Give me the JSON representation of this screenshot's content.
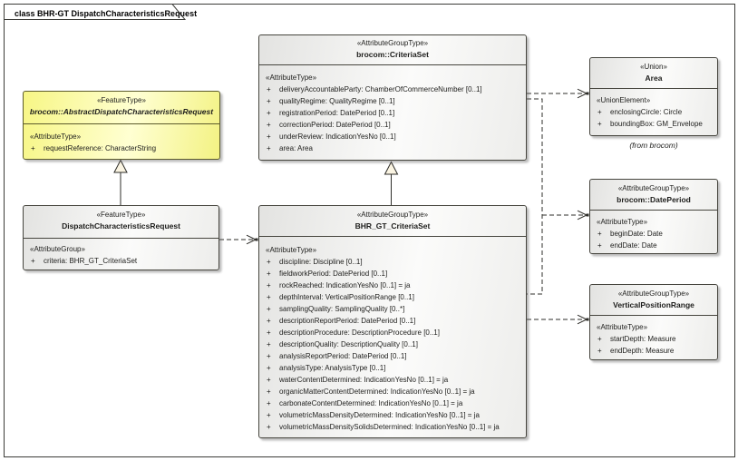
{
  "ui": {
    "frame_title": "class BHR-GT DispatchCharacteristicsRequest",
    "plus": "+"
  },
  "colors": {
    "class_fill_gray": "#ececea",
    "class_fill_yellow": "#fbfa9a",
    "border_dark": "#46453e",
    "triangle_fill": "#faf4e2",
    "background": "#ffffff"
  },
  "connector_types": {
    "generalization": "solid line, hollow triangle head",
    "dependency": "dashed line, open arrow head"
  },
  "classes": {
    "abstract_request": {
      "stereotype": "«FeatureType»",
      "name": "brocom::AbstractDispatchCharacteristicsRequest",
      "section_stereotype": "«AttributeType»",
      "attributes": [
        "requestReference: CharacterString"
      ]
    },
    "dispatch_request": {
      "stereotype": "«FeatureType»",
      "name": "DispatchCharacteristicsRequest",
      "section_stereotype": "«AttributeGroup»",
      "attributes": [
        "criteria: BHR_GT_CriteriaSet"
      ]
    },
    "criteria_set": {
      "stereotype": "«AttributeGroupType»",
      "name": "brocom::CriteriaSet",
      "section_stereotype": "«AttributeType»",
      "attributes": [
        "deliveryAccountableParty: ChamberOfCommerceNumber [0..1]",
        "qualityRegime: QualityRegime [0..1]",
        "registrationPeriod: DatePeriod [0..1]",
        "correctionPeriod: DatePeriod [0..1]",
        "underReview: IndicationYesNo [0..1]",
        "area: Area"
      ]
    },
    "bhr_gt_criteria_set": {
      "stereotype": "«AttributeGroupType»",
      "name": "BHR_GT_CriteriaSet",
      "section_stereotype": "«AttributeType»",
      "attributes": [
        "discipline: Discipline [0..1]",
        "fieldworkPeriod: DatePeriod [0..1]",
        "rockReached: IndicationYesNo [0..1] = ja",
        "depthInterval: VerticalPositionRange [0..1]",
        "samplingQuality: SamplingQuality [0..*]",
        "descriptionReportPeriod: DatePeriod [0..1]",
        "descriptionProcedure: DescriptionProcedure [0..1]",
        "descriptionQuality: DescriptionQuality [0..1]",
        "analysisReportPeriod: DatePeriod [0..1]",
        "analysisType: AnalysisType [0..1]",
        "waterContentDetermined: IndicationYesNo [0..1] = ja",
        "organicMatterContentDetermined: IndicationYesNo [0..1] = ja",
        "carbonateContentDetermined: IndicationYesNo [0..1] = ja",
        "volumetricMassDensityDetermined: IndicationYesNo [0..1] = ja",
        "volumetricMassDensitySolidsDetermined: IndicationYesNo [0..1] = ja"
      ]
    },
    "area": {
      "stereotype": "«Union»",
      "name": "Area",
      "section_stereotype": "«UnionElement»",
      "attributes": [
        "enclosingCircle: Circle",
        "boundingBox: GM_Envelope"
      ],
      "note": "(from brocom)"
    },
    "date_period": {
      "stereotype": "«AttributeGroupType»",
      "name": "brocom::DatePeriod",
      "section_stereotype": "«AttributeType»",
      "attributes": [
        "beginDate: Date",
        "endDate: Date"
      ]
    },
    "vertical_position_range": {
      "stereotype": "«AttributeGroupType»",
      "name": "VerticalPositionRange",
      "section_stereotype": "«AttributeType»",
      "attributes": [
        "startDepth: Measure",
        "endDepth: Measure"
      ]
    }
  }
}
